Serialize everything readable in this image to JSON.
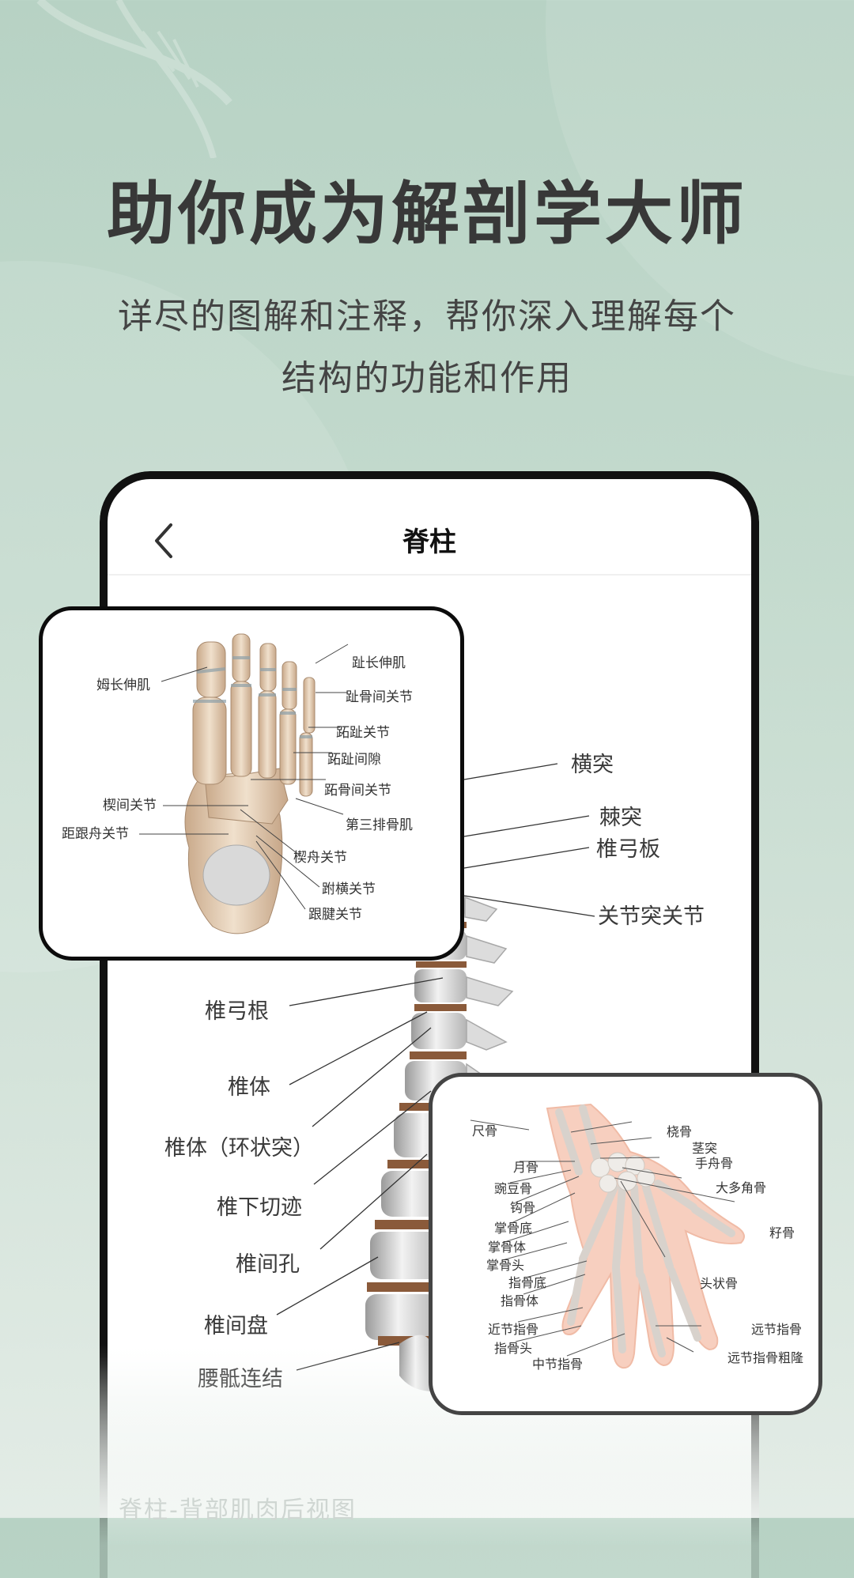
{
  "promo": {
    "headline": "助你成为解剖学大师",
    "subtitle_lines": [
      "详尽的图解和注释，帮你深入理解每个",
      "结构的功能和作用"
    ]
  },
  "app": {
    "nav": {
      "back_icon": "chevron-left-icon",
      "title": "脊柱"
    },
    "spine_diagram": {
      "labels_right": [
        "横突",
        "棘突",
        "椎弓板",
        "关节突关节"
      ],
      "labels_left": [
        "椎弓根",
        "椎体",
        "椎体（环状突）",
        "椎下切迹",
        "椎间孔",
        "椎间盘",
        "腰骶连结"
      ]
    },
    "next_section_caption": "脊柱-背部肌肉后视图"
  },
  "foot_card": {
    "labels": [
      "姆长伸肌",
      "趾长伸肌",
      "趾骨间关节",
      "跖趾关节",
      "跖趾间隙",
      "跖骨间关节",
      "楔间关节",
      "第三排骨肌",
      "距跟舟关节",
      "楔舟关节",
      "跗横关节",
      "跟腱关节"
    ]
  },
  "hand_card": {
    "labels": [
      "尺骨",
      "桡骨",
      "茎突",
      "月骨",
      "手舟骨",
      "豌豆骨",
      "大多角骨",
      "钩骨",
      "掌骨底",
      "籽骨",
      "掌骨体",
      "掌骨头",
      "指骨底",
      "头状骨",
      "指骨体",
      "近节指骨",
      "远节指骨",
      "指骨头",
      "远节指骨粗隆",
      "中节指骨"
    ]
  },
  "colors": {
    "bg_top": "#b7d2c4",
    "bg_bottom": "#e3ece6",
    "headline": "#383838",
    "bone": "#e9d6c0",
    "skin": "#f6cdbb",
    "disc": "#8a5a3a"
  }
}
